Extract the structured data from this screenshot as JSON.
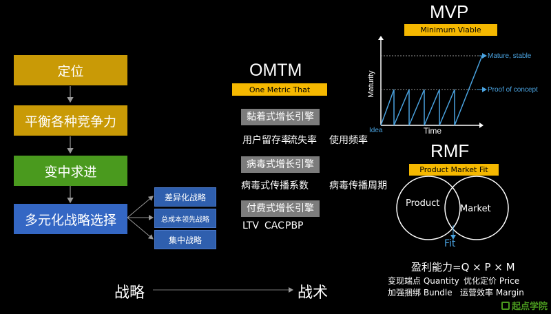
{
  "flow": {
    "step1": "定位",
    "step2": "平衡各种竞争力",
    "step3": "变中求进",
    "step4": "多元化战略选择",
    "branches": [
      "差异化战略",
      "总成本领先战略",
      "集中战略"
    ]
  },
  "bottom": {
    "strategy": "战略",
    "tactics": "战术"
  },
  "omtm": {
    "title": "OMTM",
    "tag": "One Metric That",
    "engines": [
      {
        "label": "黏着式增长引擎",
        "metrics": [
          "用户留存率",
          "流失率",
          "使用频率"
        ]
      },
      {
        "label": "病毒式增长引擎",
        "metrics": [
          "病毒式传播系数",
          "病毒传播周期"
        ]
      },
      {
        "label": "付费式增长引擎",
        "metrics": [
          "LTV",
          "CAC",
          "PBP"
        ]
      }
    ]
  },
  "mvp": {
    "title": "MVP",
    "tag": "Minimum Viable",
    "y_axis": "Maturity",
    "x_axis": "Time",
    "origin": "Idea",
    "level_high": "Mature, stable",
    "level_mid": "Proof of concept"
  },
  "rmf": {
    "title": "RMF",
    "tag": "Product Market Fit",
    "circle_left": "Product",
    "circle_right": "Market",
    "fit": "Fit"
  },
  "profit": {
    "formula": "盈利能力=Q × P × M",
    "line1": [
      "变现端点 Quantity",
      "优化定价 Price"
    ],
    "line2": [
      "加强捆绑 Bundle",
      "运营效率 Margin"
    ]
  },
  "logo": {
    "text": "起点学院"
  },
  "colors": {
    "gold": "#c99a06",
    "green": "#4a9a1e",
    "blue": "#3467c4",
    "yellow": "#f5b800",
    "lineBlue": "#4aa3e0"
  }
}
